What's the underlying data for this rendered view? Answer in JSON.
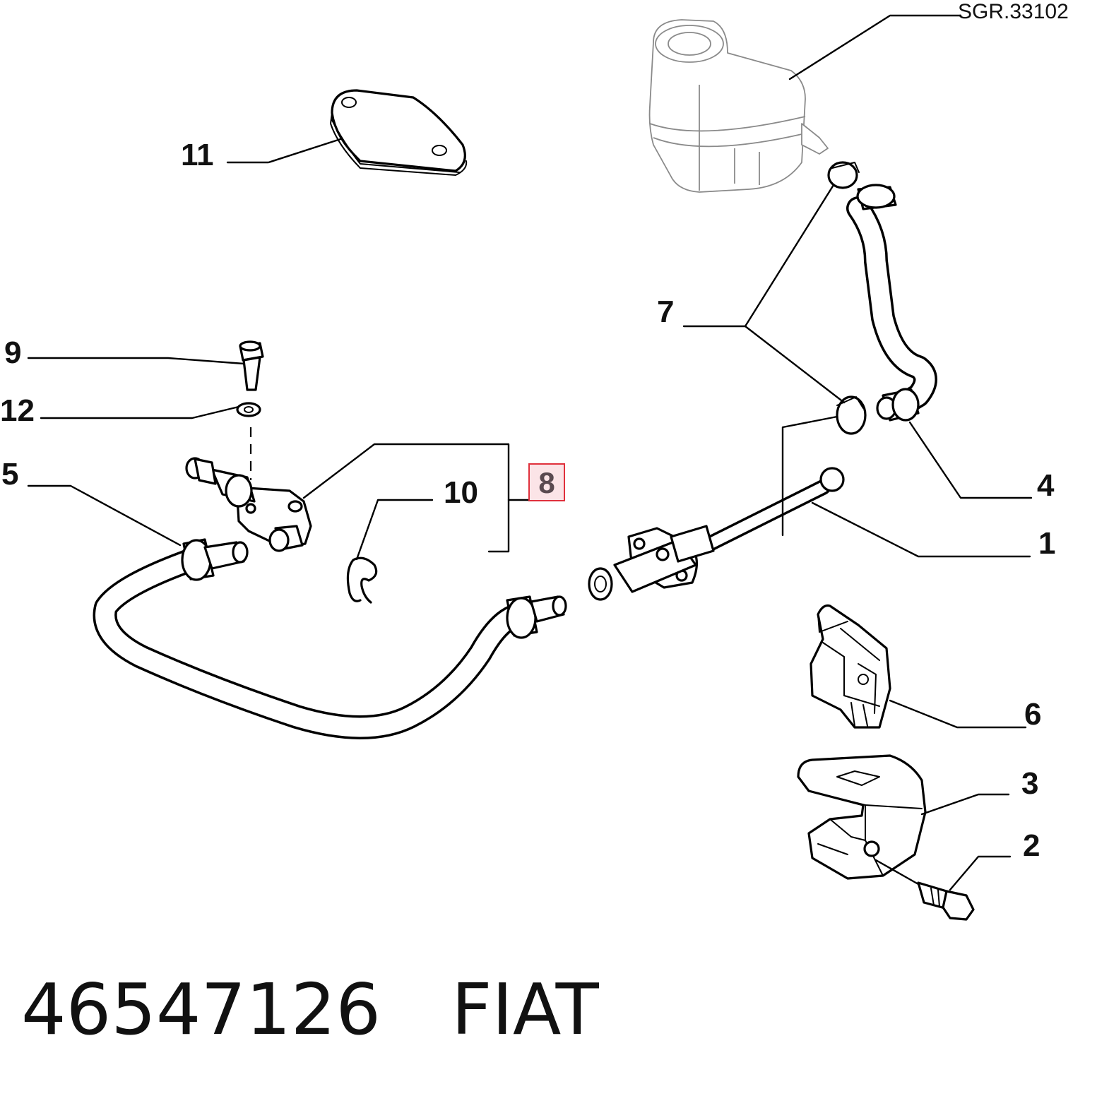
{
  "diagram": {
    "reference": "SGR.33102",
    "highlighted_callout": "8",
    "callouts": {
      "c1": "1",
      "c2": "2",
      "c3": "3",
      "c4": "4",
      "c5": "5",
      "c6": "6",
      "c7": "7",
      "c8": "8",
      "c9": "9",
      "c10": "10",
      "c11": "11",
      "c12": "12"
    },
    "colors": {
      "highlight_border": "#e0303c",
      "highlight_fill": "#fbe4e7",
      "line": "#000000"
    }
  },
  "footer": {
    "part_number": "46547126",
    "brand": "FIAT"
  }
}
